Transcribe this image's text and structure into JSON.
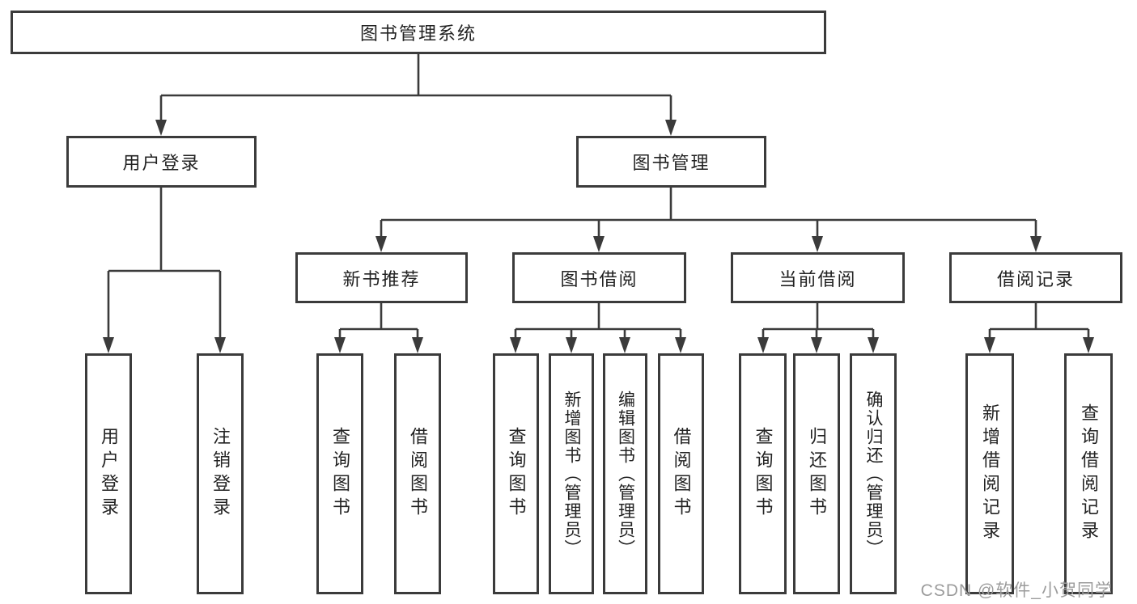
{
  "tree": {
    "label": "图书管理系统",
    "children": [
      {
        "label": "用户登录",
        "children": [
          {
            "label": "用户登录"
          },
          {
            "label": "注销登录"
          }
        ]
      },
      {
        "label": "图书管理",
        "children": [
          {
            "label": "新书推荐",
            "children": [
              {
                "label": "查询图书"
              },
              {
                "label": "借阅图书"
              }
            ]
          },
          {
            "label": "图书借阅",
            "children": [
              {
                "label": "查询图书"
              },
              {
                "label": "新增图书（管理员）"
              },
              {
                "label": "编辑图书（管理员）"
              },
              {
                "label": "借阅图书"
              }
            ]
          },
          {
            "label": "当前借阅",
            "children": [
              {
                "label": "查询图书"
              },
              {
                "label": "归还图书"
              },
              {
                "label": "确认归还（管理员）"
              }
            ]
          },
          {
            "label": "借阅记录",
            "children": [
              {
                "label": "新增借阅记录"
              },
              {
                "label": "查询借阅记录"
              }
            ]
          }
        ]
      }
    ]
  },
  "watermark": {
    "text": "CSDN @软件_小贺同学"
  },
  "colors": {
    "line": "#3b3b3b",
    "text": "#222222",
    "watermark": "#9c9c9c",
    "background": "#ffffff"
  }
}
